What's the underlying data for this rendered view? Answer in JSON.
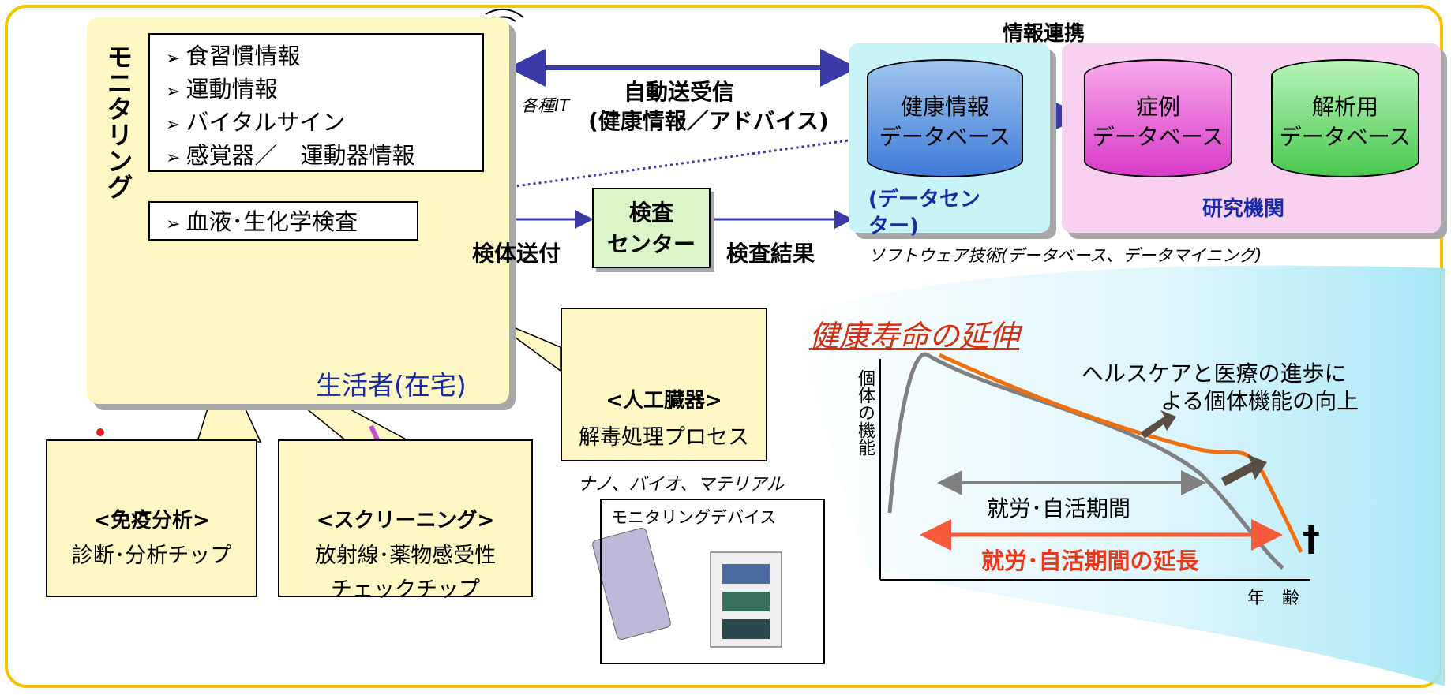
{
  "monitoring": {
    "vertical_label": "モニタリング",
    "items": [
      "食習慣情報",
      "運動情報",
      "バイタルサイン",
      "感覚器／　運動器情報"
    ],
    "blood_item": "血液･生化学検査",
    "resident_label": "生活者(在宅)"
  },
  "center": {
    "auto_label_1": "自動送受信",
    "auto_label_2": "(健康情報／アドバイス)",
    "it_label": "各種IT",
    "specimen_label": "検体送付",
    "inspection_center": [
      "検査",
      "センター"
    ],
    "result_label": "検査結果"
  },
  "info_link": {
    "title": "情報連携",
    "health_db": [
      "健康情報",
      "データベース"
    ],
    "data_center": "(データセンター)",
    "case_db": [
      "症例",
      "データベース"
    ],
    "analysis_db": [
      "解析用",
      "データベース"
    ],
    "research": "研究機関",
    "software_note": "ソフトウェア技術(データベース、データマイニング)"
  },
  "artificial_organ": {
    "title": "<人工臓器>",
    "desc": "解毒処理プロセス",
    "note": "ナノ、バイオ、マテリアル"
  },
  "immuno": {
    "title": "<免疫分析>",
    "desc": "診断･分析チップ"
  },
  "screening": {
    "title": "<スクリーニング>",
    "desc1": "放射線･薬物感受性",
    "desc2": "チェックチップ"
  },
  "device": {
    "title": "モニタリングデバイス"
  },
  "chart": {
    "title": "健康寿命の延伸",
    "ylabel": "個体の機能",
    "annotation_1": "ヘルスケアと医療の進歩に",
    "annotation_2": "よる個体機能の向上",
    "period": "就労･自活期間",
    "extension": "就労･自活期間の延長",
    "xlabel": "年　齢",
    "cross": "†"
  },
  "colors": {
    "frame": "#f5c400",
    "yellow": "#fdf7c3",
    "blue_arrow": "#3a3aa8",
    "orange": "#f07010",
    "gray": "#808080"
  }
}
